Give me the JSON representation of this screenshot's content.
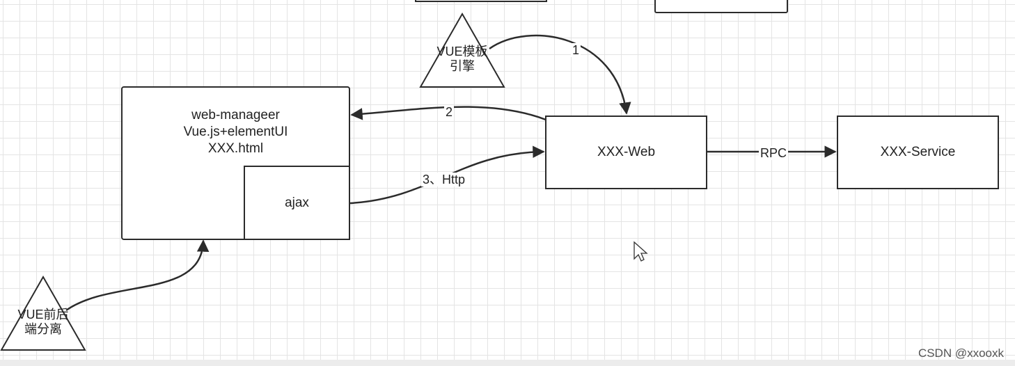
{
  "diagram": {
    "web_manager_lines": [
      "web-manageer",
      "Vue.js+elementUI",
      "XXX.html"
    ],
    "ajax_label": "ajax",
    "xxx_web_label": "XXX-Web",
    "xxx_service_label": "XXX-Service",
    "vue_template_lines": [
      "VUE模板",
      "引擎"
    ],
    "vue_separation_lines": [
      "VUE前后",
      "端分离"
    ],
    "edge_labels": {
      "one": "1",
      "two": "2",
      "three": "3、Http",
      "rpc": "RPC"
    }
  },
  "watermark": "CSDN @xxooxk",
  "colors": {
    "stroke": "#2b2b2b",
    "grid": "#e4e4e4",
    "background": "#ffffff"
  }
}
